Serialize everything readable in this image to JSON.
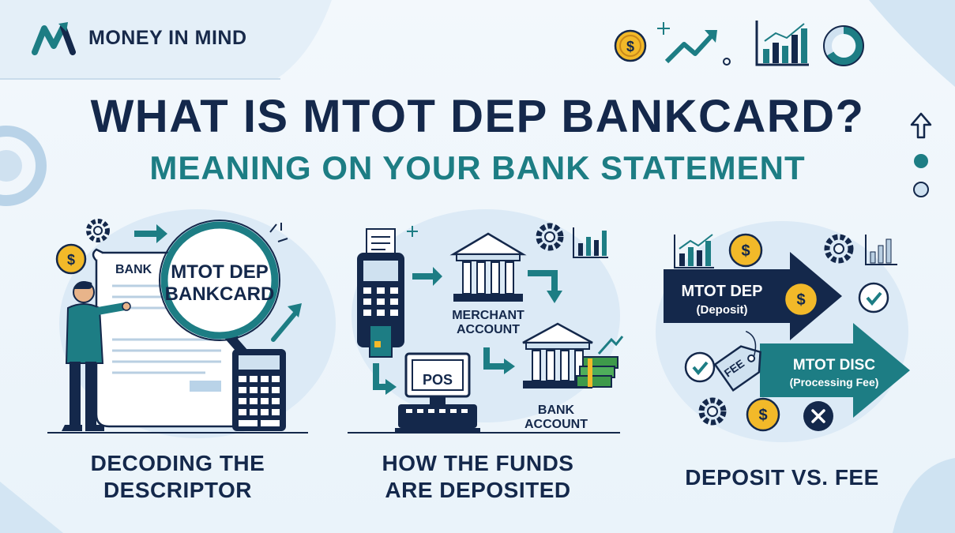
{
  "brand": {
    "name": "MONEY IN MIND"
  },
  "headline": {
    "title": "WHAT IS MTOT DEP BANKCARD?",
    "subtitle": "MEANING ON YOUR BANK STATEMENT"
  },
  "panel1": {
    "statement_label": "BANK",
    "magnifier_line1": "MTOT DEP",
    "magnifier_line2": "BANKCARD",
    "caption_line1": "DECODING THE",
    "caption_line2": "DESCRIPTOR"
  },
  "panel2": {
    "merchant_line1": "MERCHANT",
    "merchant_line2": "ACCOUNT",
    "pos_label": "POS",
    "bank_line1": "BANK",
    "bank_line2": "ACCOUNT",
    "caption_line1": "HOW THE FUNDS",
    "caption_line2": "ARE DEPOSITED"
  },
  "panel3": {
    "deposit_title": "MTOT DEP",
    "deposit_sub": "(Deposit)",
    "disc_title": "MTOT DISC",
    "disc_sub": "(Processing Fee)",
    "tag_label": "FEE",
    "caption": "DEPOSIT VS. FEE"
  },
  "colors": {
    "navy": "#14284b",
    "teal": "#1d7d84",
    "gold": "#f2b929",
    "light_blue": "#d7e8f5"
  }
}
